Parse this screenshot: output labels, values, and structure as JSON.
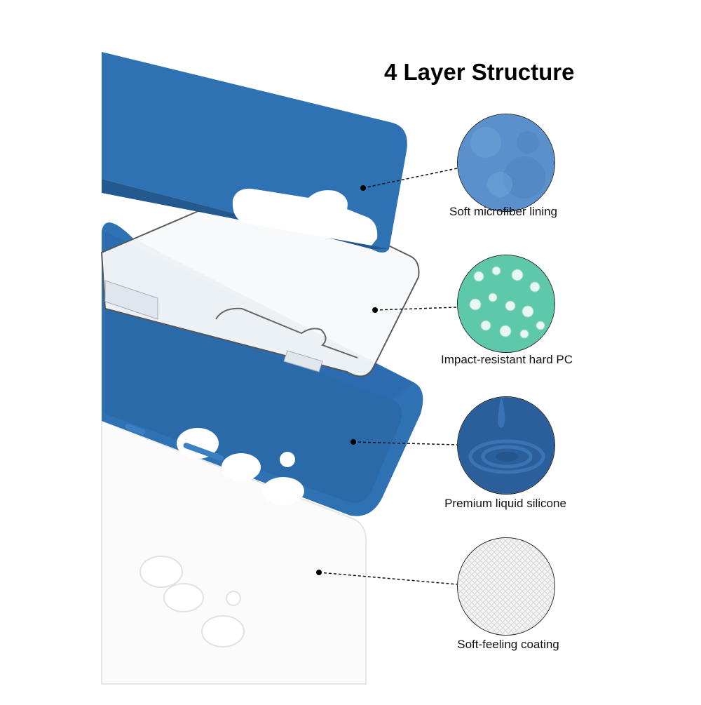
{
  "title": "4 Layer Structure",
  "layers": [
    {
      "label": "Soft microfiber lining",
      "icon": "microfiber-texture-icon"
    },
    {
      "label": "Impact-resistant hard PC",
      "icon": "pc-crystal-texture-icon"
    },
    {
      "label": "Premium liquid silicone",
      "icon": "liquid-silicone-drop-icon"
    },
    {
      "label": "Soft-feeling coating",
      "icon": "coating-mesh-texture-icon"
    }
  ],
  "colors": {
    "case_blue": "#2f72b3",
    "case_blue_dark": "#24598f",
    "microfiber": "#5a91cc",
    "pc_mint": "#5ec9aa",
    "silicone": "#2b5f9c",
    "coating": "#f2f2f2"
  }
}
